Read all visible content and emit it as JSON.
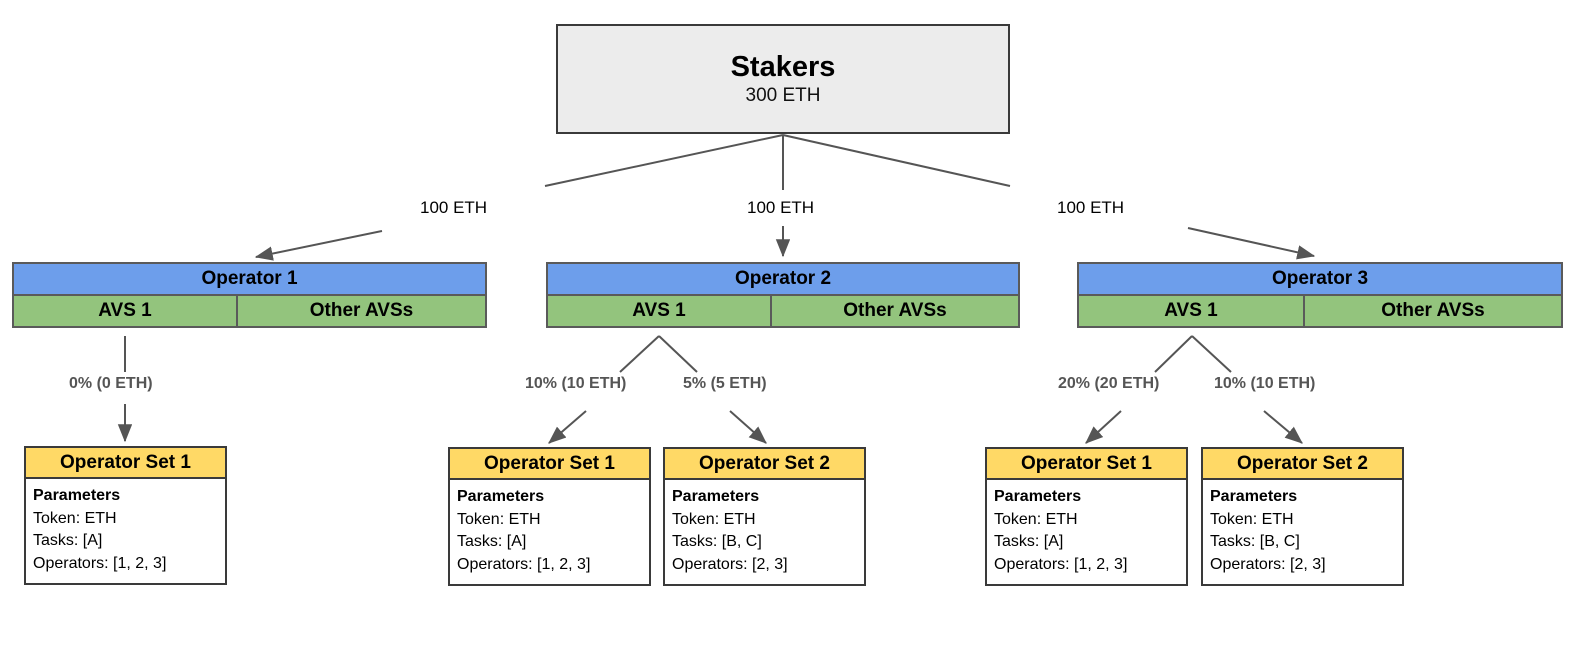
{
  "diagram": {
    "title": "EigenLayer staker / operator / operator set allocation diagram",
    "colors": {
      "stakers_fill": "#ececec",
      "operator_header_fill": "#6d9eeb",
      "avs_cell_fill": "#93c47d",
      "operator_set_header_fill": "#ffd966",
      "operator_set_body_fill": "#ffffff",
      "edge_stroke": "#555555",
      "pct_label_color": "#555555",
      "border_dark": "#3a3a3a",
      "border_gray": "#5a5a5a",
      "background": "#ffffff"
    },
    "stakers": {
      "title": "Stakers",
      "amount": "300 ETH"
    },
    "stake_edges": [
      {
        "label": "100 ETH",
        "to": "Operator 1"
      },
      {
        "label": "100 ETH",
        "to": "Operator 2"
      },
      {
        "label": "100 ETH",
        "to": "Operator 3"
      }
    ],
    "operators": [
      {
        "name": "Operator 1",
        "cells": [
          "AVS 1",
          "Other AVSs"
        ],
        "allocations": [
          {
            "label": "0% (0 ETH)",
            "percent": 0,
            "eth": 0,
            "to": "Operator Set 1"
          }
        ],
        "operator_sets": [
          {
            "title": "Operator Set 1",
            "params_heading": "Parameters",
            "lines": [
              "Token: ETH",
              "Tasks: [A]",
              "Operators: [1, 2, 3]"
            ]
          }
        ]
      },
      {
        "name": "Operator 2",
        "cells": [
          "AVS 1",
          "Other AVSs"
        ],
        "allocations": [
          {
            "label": "10% (10 ETH)",
            "percent": 10,
            "eth": 10,
            "to": "Operator Set 1"
          },
          {
            "label": "5% (5 ETH)",
            "percent": 5,
            "eth": 5,
            "to": "Operator Set 2"
          }
        ],
        "operator_sets": [
          {
            "title": "Operator Set 1",
            "params_heading": "Parameters",
            "lines": [
              "Token: ETH",
              "Tasks: [A]",
              "Operators: [1, 2, 3]"
            ]
          },
          {
            "title": "Operator Set 2",
            "params_heading": "Parameters",
            "lines": [
              "Token: ETH",
              "Tasks: [B, C]",
              "Operators: [2, 3]"
            ]
          }
        ]
      },
      {
        "name": "Operator 3",
        "cells": [
          "AVS 1",
          "Other AVSs"
        ],
        "allocations": [
          {
            "label": "20% (20 ETH)",
            "percent": 20,
            "eth": 20,
            "to": "Operator Set 1"
          },
          {
            "label": "10% (10 ETH)",
            "percent": 10,
            "eth": 10,
            "to": "Operator Set 2"
          }
        ],
        "operator_sets": [
          {
            "title": "Operator Set 1",
            "params_heading": "Parameters",
            "lines": [
              "Token: ETH",
              "Tasks: [A]",
              "Operators: [1, 2, 3]"
            ]
          },
          {
            "title": "Operator Set 2",
            "params_heading": "Parameters",
            "lines": [
              "Token: ETH",
              "Tasks: [B, C]",
              "Operators: [2, 3]"
            ]
          }
        ]
      }
    ]
  }
}
